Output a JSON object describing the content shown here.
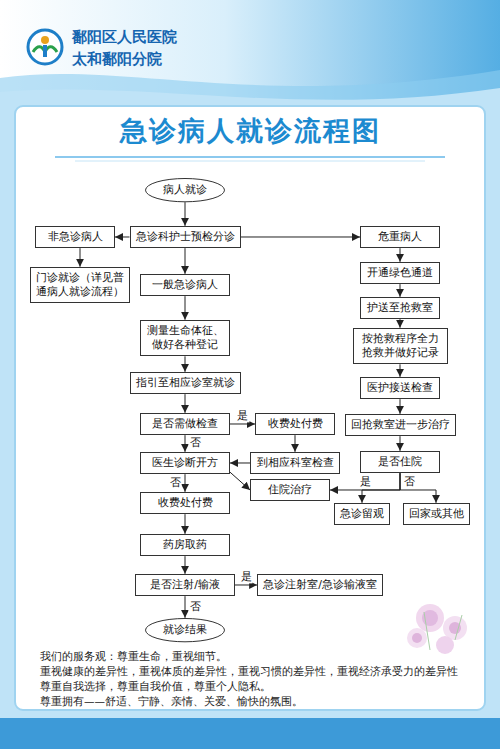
{
  "diagram": {
    "title": "急诊病人就诊流程图",
    "nodes": [
      {
        "text": [
          "病人就诊"
        ]
      },
      {
        "text": [
          "非急诊病人"
        ]
      },
      {
        "text": [
          "急诊科护士预检分诊"
        ]
      },
      {
        "text": [
          "危重病人"
        ]
      },
      {
        "text": [
          "门诊就诊（详见普通病人就诊流程）"
        ]
      },
      {
        "text": [
          "一般急诊病人"
        ]
      },
      {
        "text": [
          "开通绿色通道"
        ]
      },
      {
        "text": [
          "护送至抢救室"
        ]
      },
      {
        "text": [
          "测量生命体征、做好各种登记"
        ]
      },
      {
        "text": [
          "按抢救程序全力抢救并做好记录"
        ]
      },
      {
        "text": [
          "指引至相应诊室就诊"
        ]
      },
      {
        "text": [
          "医护接送检查"
        ]
      },
      {
        "text": [
          "是否需做检查"
        ]
      },
      {
        "text": [
          "收费处付费"
        ]
      },
      {
        "text": [
          "回抢救室进一步治疗"
        ]
      },
      {
        "text": [
          "医生诊断开方"
        ]
      },
      {
        "text": [
          "到相应科室检查"
        ]
      },
      {
        "text": [
          "是否住院"
        ]
      },
      {
        "text": [
          "住院治疗"
        ]
      },
      {
        "text": [
          "急诊留观"
        ]
      },
      {
        "text": [
          "回家或其他"
        ]
      },
      {
        "text": [
          "收费处付费"
        ]
      },
      {
        "text": [
          "药房取药"
        ]
      },
      {
        "text": [
          "是否注射/输液"
        ]
      },
      {
        "text": [
          "急诊注射室/急诊输液室"
        ]
      },
      {
        "text": [
          "就诊结果"
        ]
      }
    ],
    "edges": [
      {
        "from": 0,
        "to": 2,
        "arrow": "to"
      },
      {
        "from": 2,
        "to": 1,
        "arrow": "to"
      },
      {
        "from": 2,
        "to": 3,
        "arrow": "to"
      },
      {
        "from": 1,
        "to": 4,
        "arrow": "to"
      },
      {
        "from": 2,
        "to": 5,
        "arrow": "to"
      },
      {
        "from": 3,
        "to": 6,
        "arrow": "to"
      },
      {
        "from": 6,
        "to": 7,
        "arrow": "to"
      },
      {
        "from": 7,
        "to": 9,
        "arrow": "to"
      },
      {
        "from": 9,
        "to": 11,
        "arrow": "to"
      },
      {
        "from": 11,
        "to": 14,
        "arrow": "to"
      },
      {
        "from": 14,
        "to": 17,
        "arrow": "to"
      },
      {
        "from": 5,
        "to": 8,
        "arrow": "to"
      },
      {
        "from": 8,
        "to": 10,
        "arrow": "to"
      },
      {
        "from": 10,
        "to": 12,
        "arrow": "to"
      },
      {
        "from": 12,
        "to": 13,
        "label": "是",
        "arrow": "to"
      },
      {
        "from": 12,
        "to": 15,
        "label": "否",
        "arrow": "to"
      },
      {
        "from": 13,
        "to": 16,
        "arrow": "to"
      },
      {
        "from": 16,
        "to": 15,
        "arrow": "to"
      },
      {
        "from": 15,
        "to": 18,
        "arrow": "to"
      },
      {
        "from": 17,
        "to": 18,
        "label": "是",
        "arrow": "to"
      },
      {
        "from": 17,
        "to": 19,
        "label": "否",
        "arrow": "to"
      },
      {
        "from": 17,
        "to": 20,
        "arrow": "to"
      },
      {
        "from": 15,
        "to": 21,
        "label": "否",
        "arrow": "to"
      },
      {
        "from": 21,
        "to": 22,
        "arrow": "to"
      },
      {
        "from": 22,
        "to": 23,
        "arrow": "to"
      },
      {
        "from": 23,
        "to": 24,
        "label": "是",
        "arrow": "to"
      },
      {
        "from": 23,
        "to": 25,
        "label": "否",
        "arrow": "to"
      }
    ],
    "labels": [
      "鄱阳区人民医院",
      "太和鄱阳分院",
      "我们的服务观：尊重生命，重视细节。",
      "重视健康的差异性，重视体质的差异性，重视习惯的差异性，重视经济承受力的差异性",
      "尊重自我选择，尊重自我价值，尊重个人隐私。",
      "尊重拥有——舒适、宁静、亲情、关爱、愉快的氛围。"
    ]
  }
}
